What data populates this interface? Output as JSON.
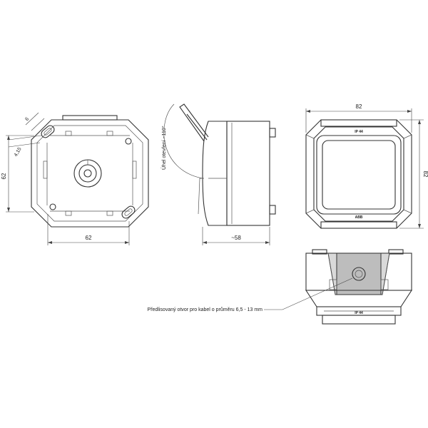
{
  "views": {
    "back": {
      "dim_slot_width": "6",
      "dim_hole": "4,15",
      "dim_height": "62",
      "dim_width": "62"
    },
    "side": {
      "opening_angle": "Úhel otevření ~110°",
      "dim_depth": "~58"
    },
    "front": {
      "dim_width": "82",
      "dim_height": "82",
      "rating_mark": "IP 44",
      "brand_mark": "ABB"
    },
    "bottom": {
      "cable_hole_note": "Předlisovaný otvor pro kabel o průměru 6,5 - 13 mm",
      "rating_mark": "IP 44"
    }
  },
  "colors": {
    "line": "#333333",
    "fill_light": "#d9d9d9",
    "fill_dark": "#bdbdbd"
  }
}
